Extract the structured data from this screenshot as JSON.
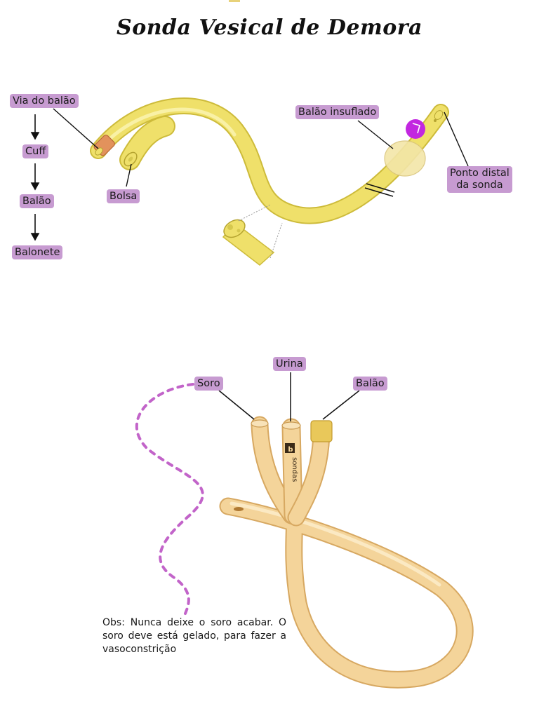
{
  "title": "Sonda Vesical de Demora",
  "diagram1": {
    "synonyms": [
      "Via do balão",
      "Cuff",
      "Balão",
      "Balonete"
    ],
    "labels": {
      "bolsa": "Bolsa",
      "balao_insuflado": "Balão insuflado",
      "ponto_distal_1": "Ponto distal",
      "ponto_distal_2": "da sonda"
    },
    "colors": {
      "tube": "#efe06a",
      "tube_outline": "#cdbb3a",
      "port": "#e2925c",
      "balloon": "#f3e6a8",
      "marker": "#c227e0"
    }
  },
  "diagram2": {
    "labels": {
      "soro": "Soro",
      "urina": "Urina",
      "balao": "Balão"
    },
    "brand_text": "sondas",
    "colors": {
      "tube": "#f4d49a",
      "tube_outline": "#d7a861",
      "cuff": "#e9c85a",
      "dotted": "#c264c9"
    }
  },
  "note": "Obs: Nunca deixe o soro acabar. O soro deve está gelado, para fazer a vasoconstrição",
  "tag_color": "#c79bd1"
}
